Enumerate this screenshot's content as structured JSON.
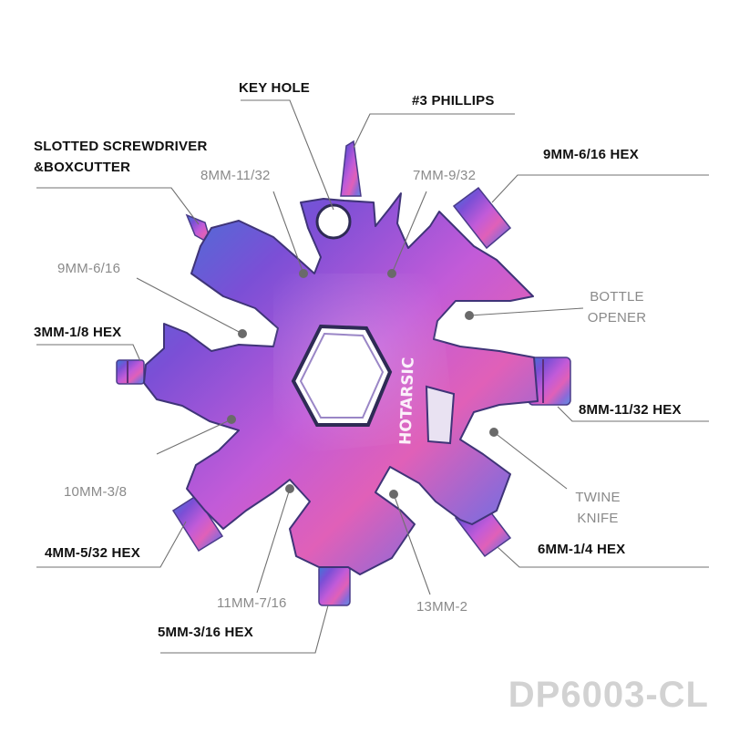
{
  "product": {
    "model_code": "DP6003-CL",
    "brand_watermark": "HOTARSIC"
  },
  "colors": {
    "background": "#ffffff",
    "bold_label": "#111111",
    "light_label": "#8a8a8a",
    "leader_line": "#707070",
    "marker_dot": "#6a6a6a",
    "model_code": "#d2d2d2",
    "tool_gradient": [
      "#3a7bd5",
      "#7b4fd6",
      "#c25bd8",
      "#e060b8",
      "#8c6ad8",
      "#5e8fe0"
    ]
  },
  "labels": {
    "key_hole": "KEY HOLE",
    "phillips": "#3 PHILLIPS",
    "slotted_line1": "SLOTTED SCREWDRIVER",
    "slotted_line2": "&BOXCUTTER",
    "hex_9mm_top": "9MM-6/16 HEX",
    "wrench_8mm_top": "8MM-11/32",
    "wrench_7mm": "7MM-9/32",
    "wrench_9mm_left": "9MM-6/16",
    "bottle_line1": "BOTTLE",
    "bottle_line2": "OPENER",
    "hex_3mm": "3MM-1/8 HEX",
    "hex_8mm_right": "8MM-11/32 HEX",
    "wrench_10mm": "10MM-3/8",
    "twine_line1": "TWINE",
    "twine_line2": "KNIFE",
    "hex_4mm": "4MM-5/32 HEX",
    "hex_6mm": "6MM-1/4 HEX",
    "wrench_11mm": "11MM-7/16",
    "wrench_13mm": "13MM-2",
    "hex_5mm": "5MM-3/16 HEX"
  }
}
